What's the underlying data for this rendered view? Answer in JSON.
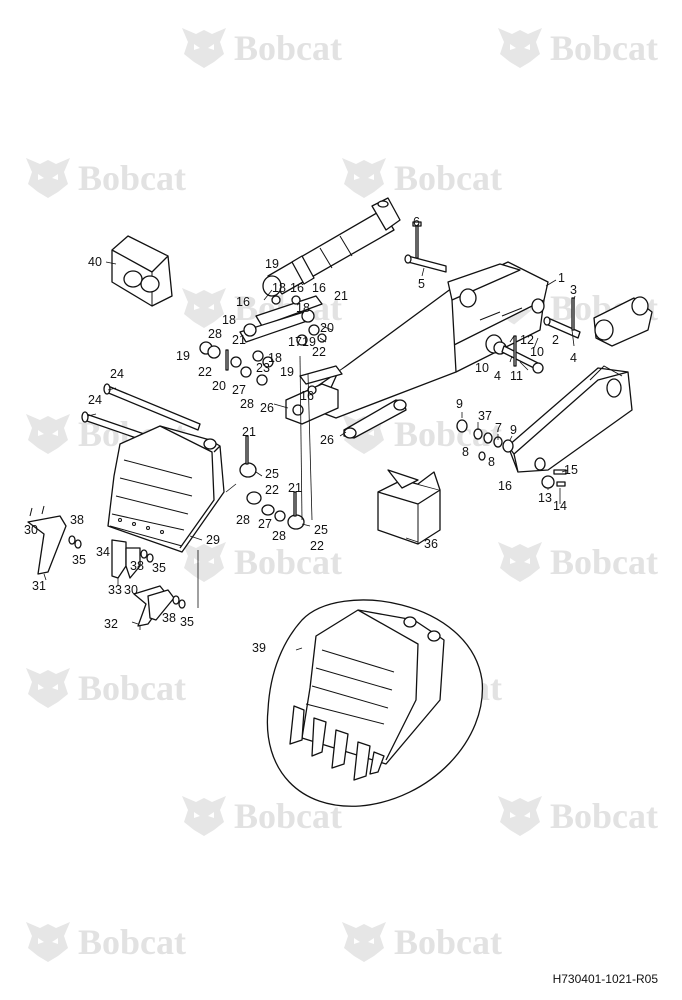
{
  "watermark": {
    "text": "Bobcat",
    "logo_icon": "bobcat-logo-icon"
  },
  "document_number": "H730401-1021-R05",
  "callouts": [
    {
      "id": "c1",
      "text": "1"
    },
    {
      "id": "c2",
      "text": "2"
    },
    {
      "id": "c3",
      "text": "3"
    },
    {
      "id": "c4a",
      "text": "4"
    },
    {
      "id": "c4b",
      "text": "4"
    },
    {
      "id": "c5",
      "text": "5"
    },
    {
      "id": "c6",
      "text": "6"
    },
    {
      "id": "c7",
      "text": "7"
    },
    {
      "id": "c8a",
      "text": "8"
    },
    {
      "id": "c8b",
      "text": "8"
    },
    {
      "id": "c9a",
      "text": "9"
    },
    {
      "id": "c9b",
      "text": "9"
    },
    {
      "id": "c10a",
      "text": "10"
    },
    {
      "id": "c10b",
      "text": "10"
    },
    {
      "id": "c11",
      "text": "11"
    },
    {
      "id": "c12",
      "text": "12"
    },
    {
      "id": "c13",
      "text": "13"
    },
    {
      "id": "c14",
      "text": "14"
    },
    {
      "id": "c15",
      "text": "15"
    },
    {
      "id": "c16a",
      "text": "16"
    },
    {
      "id": "c16b",
      "text": "16"
    },
    {
      "id": "c16c",
      "text": "16"
    },
    {
      "id": "c16d",
      "text": "16"
    },
    {
      "id": "c17",
      "text": "17"
    },
    {
      "id": "c18a",
      "text": "18"
    },
    {
      "id": "c18b",
      "text": "18"
    },
    {
      "id": "c18c",
      "text": "18"
    },
    {
      "id": "c18d",
      "text": "18"
    },
    {
      "id": "c19a",
      "text": "19"
    },
    {
      "id": "c19b",
      "text": "19"
    },
    {
      "id": "c19c",
      "text": "19"
    },
    {
      "id": "c19d",
      "text": "19"
    },
    {
      "id": "c20a",
      "text": "20"
    },
    {
      "id": "c20b",
      "text": "20"
    },
    {
      "id": "c21a",
      "text": "21"
    },
    {
      "id": "c21b",
      "text": "21"
    },
    {
      "id": "c21c",
      "text": "21"
    },
    {
      "id": "c21d",
      "text": "21"
    },
    {
      "id": "c22a",
      "text": "22"
    },
    {
      "id": "c22b",
      "text": "22"
    },
    {
      "id": "c22c",
      "text": "22"
    },
    {
      "id": "c22d",
      "text": "22"
    },
    {
      "id": "c23",
      "text": "23"
    },
    {
      "id": "c24a",
      "text": "24"
    },
    {
      "id": "c24b",
      "text": "24"
    },
    {
      "id": "c25a",
      "text": "25"
    },
    {
      "id": "c25b",
      "text": "25"
    },
    {
      "id": "c26a",
      "text": "26"
    },
    {
      "id": "c26b",
      "text": "26"
    },
    {
      "id": "c27a",
      "text": "27"
    },
    {
      "id": "c27b",
      "text": "27"
    },
    {
      "id": "c28a",
      "text": "28"
    },
    {
      "id": "c28b",
      "text": "28"
    },
    {
      "id": "c28c",
      "text": "28"
    },
    {
      "id": "c28d",
      "text": "28"
    },
    {
      "id": "c29",
      "text": "29"
    },
    {
      "id": "c30a",
      "text": "30"
    },
    {
      "id": "c30b",
      "text": "30"
    },
    {
      "id": "c31",
      "text": "31"
    },
    {
      "id": "c32",
      "text": "32"
    },
    {
      "id": "c33",
      "text": "33"
    },
    {
      "id": "c34",
      "text": "34"
    },
    {
      "id": "c35a",
      "text": "35"
    },
    {
      "id": "c35b",
      "text": "35"
    },
    {
      "id": "c35c",
      "text": "35"
    },
    {
      "id": "c36",
      "text": "36"
    },
    {
      "id": "c37",
      "text": "37"
    },
    {
      "id": "c38a",
      "text": "38"
    },
    {
      "id": "c38b",
      "text": "38"
    },
    {
      "id": "c38c",
      "text": "38"
    },
    {
      "id": "c39",
      "text": "39"
    },
    {
      "id": "c40",
      "text": "40"
    }
  ]
}
